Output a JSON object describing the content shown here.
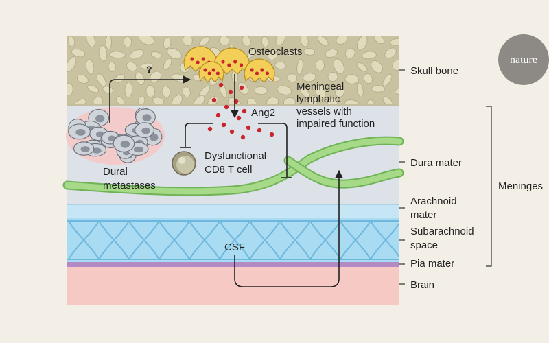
{
  "labels": {
    "osteoclasts": "Osteoclasts",
    "question_mark": "?",
    "ang2": "Ang2",
    "lymphatic": [
      "Meningeal",
      "lymphatic",
      "vessels with",
      "impaired function"
    ],
    "dysfunctional_cell": [
      "Dysfunctional",
      "CD8 T cell"
    ],
    "dural_metastases": [
      "Dural",
      "metastases"
    ],
    "csf": "CSF"
  },
  "layers": [
    {
      "key": "skull",
      "label": [
        "Skull bone"
      ]
    },
    {
      "key": "dura",
      "label": [
        "Dura mater"
      ]
    },
    {
      "key": "arachnoid",
      "label": [
        "Arachnoid",
        "mater"
      ]
    },
    {
      "key": "subarachnoid",
      "label": [
        "Subarachnoid",
        "space"
      ]
    },
    {
      "key": "pia",
      "label": [
        "Pia mater"
      ]
    },
    {
      "key": "brain",
      "label": [
        "Brain"
      ]
    }
  ],
  "meninges_label": "Meninges",
  "brand": "nature",
  "colors": {
    "skull": "#c9c2a0",
    "dura": "#dde1e8",
    "arachnoid": "#c6e6f5",
    "subarachnoid": "#a9dcf2",
    "pia": "#b48ac4",
    "brain": "#f6c9c5",
    "vessel": "#94cf72",
    "osteoclast": "#f3cf57",
    "dot": "#c8262c",
    "brand_bg": "#8d8a85"
  }
}
